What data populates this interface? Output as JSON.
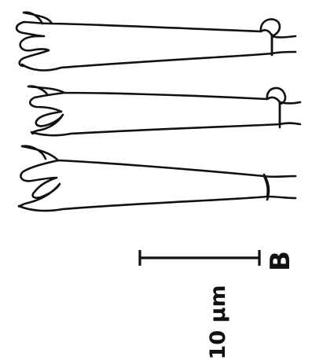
{
  "figure": {
    "panel_label": "B",
    "scale_bar_label": "10 µm",
    "ink_color": "#111111",
    "background_color": "#ffffff"
  },
  "specimens": [
    {
      "id": "top",
      "has_clamp": true
    },
    {
      "id": "middle",
      "has_clamp": true
    },
    {
      "id": "bottom",
      "has_clamp": false
    }
  ]
}
